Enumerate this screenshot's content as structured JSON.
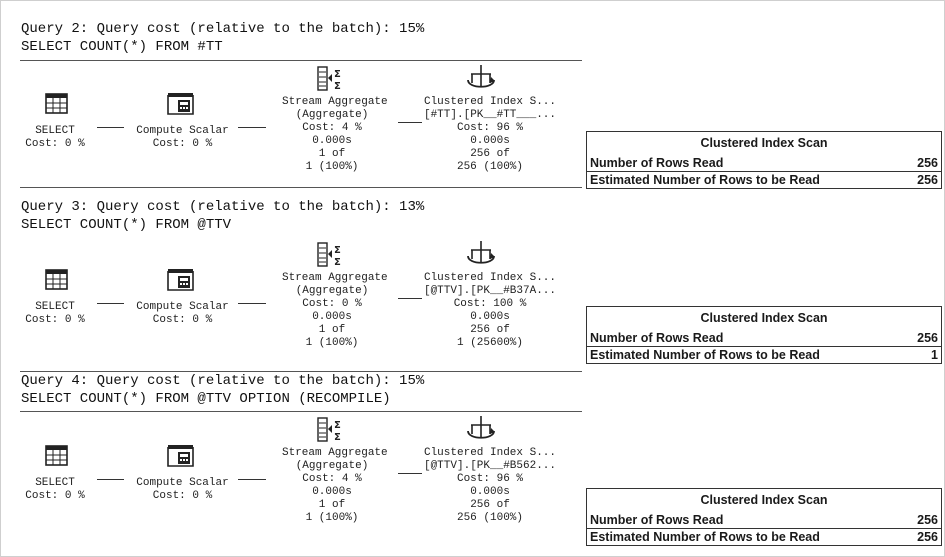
{
  "queries": [
    {
      "header_line1": "Query 2: Query cost (relative to the batch): 15%",
      "header_line2": "SELECT COUNT(*) FROM #TT",
      "select": {
        "label": "SELECT",
        "cost": "Cost: 0 %"
      },
      "compute": {
        "label": "Compute Scalar",
        "cost": "Cost: 0 %"
      },
      "stream": {
        "label": "Stream Aggregate",
        "sub": "(Aggregate)",
        "cost": "Cost: 4 %",
        "time": "0.000s",
        "rows1": "1 of",
        "rows2": "1 (100%)"
      },
      "scan": {
        "label": "Clustered Index S...",
        "object": "[#TT].[PK__#TT___...",
        "cost": "Cost: 96 %",
        "time": "0.000s",
        "rows1": "256 of",
        "rows2": "256 (100%)"
      },
      "tooltip": {
        "title": "Clustered Index Scan",
        "row1_label": "Number of Rows Read",
        "row1_value": "256",
        "row2_label": "Estimated Number of Rows to be Read",
        "row2_value": "256"
      }
    },
    {
      "header_line1": "Query 3: Query cost (relative to the batch): 13%",
      "header_line2": "SELECT COUNT(*) FROM @TTV",
      "select": {
        "label": "SELECT",
        "cost": "Cost: 0 %"
      },
      "compute": {
        "label": "Compute Scalar",
        "cost": "Cost: 0 %"
      },
      "stream": {
        "label": "Stream Aggregate",
        "sub": "(Aggregate)",
        "cost": "Cost: 0 %",
        "time": "0.000s",
        "rows1": "1 of",
        "rows2": "1 (100%)"
      },
      "scan": {
        "label": "Clustered Index S...",
        "object": "[@TTV].[PK__#B37A...",
        "cost": "Cost: 100 %",
        "time": "0.000s",
        "rows1": "256 of",
        "rows2": "1 (25600%)"
      },
      "tooltip": {
        "title": "Clustered Index Scan",
        "row1_label": "Number of Rows Read",
        "row1_value": "256",
        "row2_label": "Estimated Number of Rows to be Read",
        "row2_value": "1"
      }
    },
    {
      "header_line1": "Query 4: Query cost (relative to the batch): 15%",
      "header_line2": "SELECT COUNT(*) FROM @TTV OPTION (RECOMPILE)",
      "select": {
        "label": "SELECT",
        "cost": "Cost: 0 %"
      },
      "compute": {
        "label": "Compute Scalar",
        "cost": "Cost: 0 %"
      },
      "stream": {
        "label": "Stream Aggregate",
        "sub": "(Aggregate)",
        "cost": "Cost: 4 %",
        "time": "0.000s",
        "rows1": "1 of",
        "rows2": "1 (100%)"
      },
      "scan": {
        "label": "Clustered Index S...",
        "object": "[@TTV].[PK__#B562...",
        "cost": "Cost: 96 %",
        "time": "0.000s",
        "rows1": "256 of",
        "rows2": "256 (100%)"
      },
      "tooltip": {
        "title": "Clustered Index Scan",
        "row1_label": "Number of Rows Read",
        "row1_value": "256",
        "row2_label": "Estimated Number of Rows to be Read",
        "row2_value": "256"
      }
    }
  ],
  "icons": {
    "select": "select-grid-icon",
    "compute": "compute-scalar-icon",
    "stream": "stream-aggregate-icon",
    "scan": "clustered-index-scan-icon"
  }
}
